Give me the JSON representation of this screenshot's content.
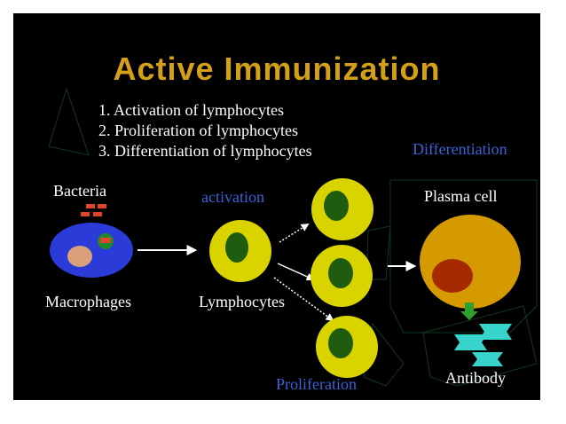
{
  "title": "Active Immunization",
  "steps": [
    "1. Activation of lymphocytes",
    "2. Proliferation of lymphocytes",
    "3. Differentiation of lymphocytes"
  ],
  "labels": {
    "bacteria": "Bacteria",
    "macrophages": "Macrophages",
    "activation": "activation",
    "lymphocytes": "Lymphocytes",
    "differentiation": "Differentiation",
    "plasma_cell": "Plasma cell",
    "proliferation": "Proliferation",
    "antibody": "Antibody"
  },
  "colors": {
    "background": "#000000",
    "title": "#d4a017",
    "stage_label": "#3b63d6",
    "macrophage": "#2b3bd8",
    "lymphocyte": "#d9d400",
    "nucleus": "#1f5c10",
    "plasma_cell": "#d49a00",
    "plasma_nucleus": "#a52a00",
    "bacteria": "#e0442a",
    "antibody": "#37d4cc"
  }
}
